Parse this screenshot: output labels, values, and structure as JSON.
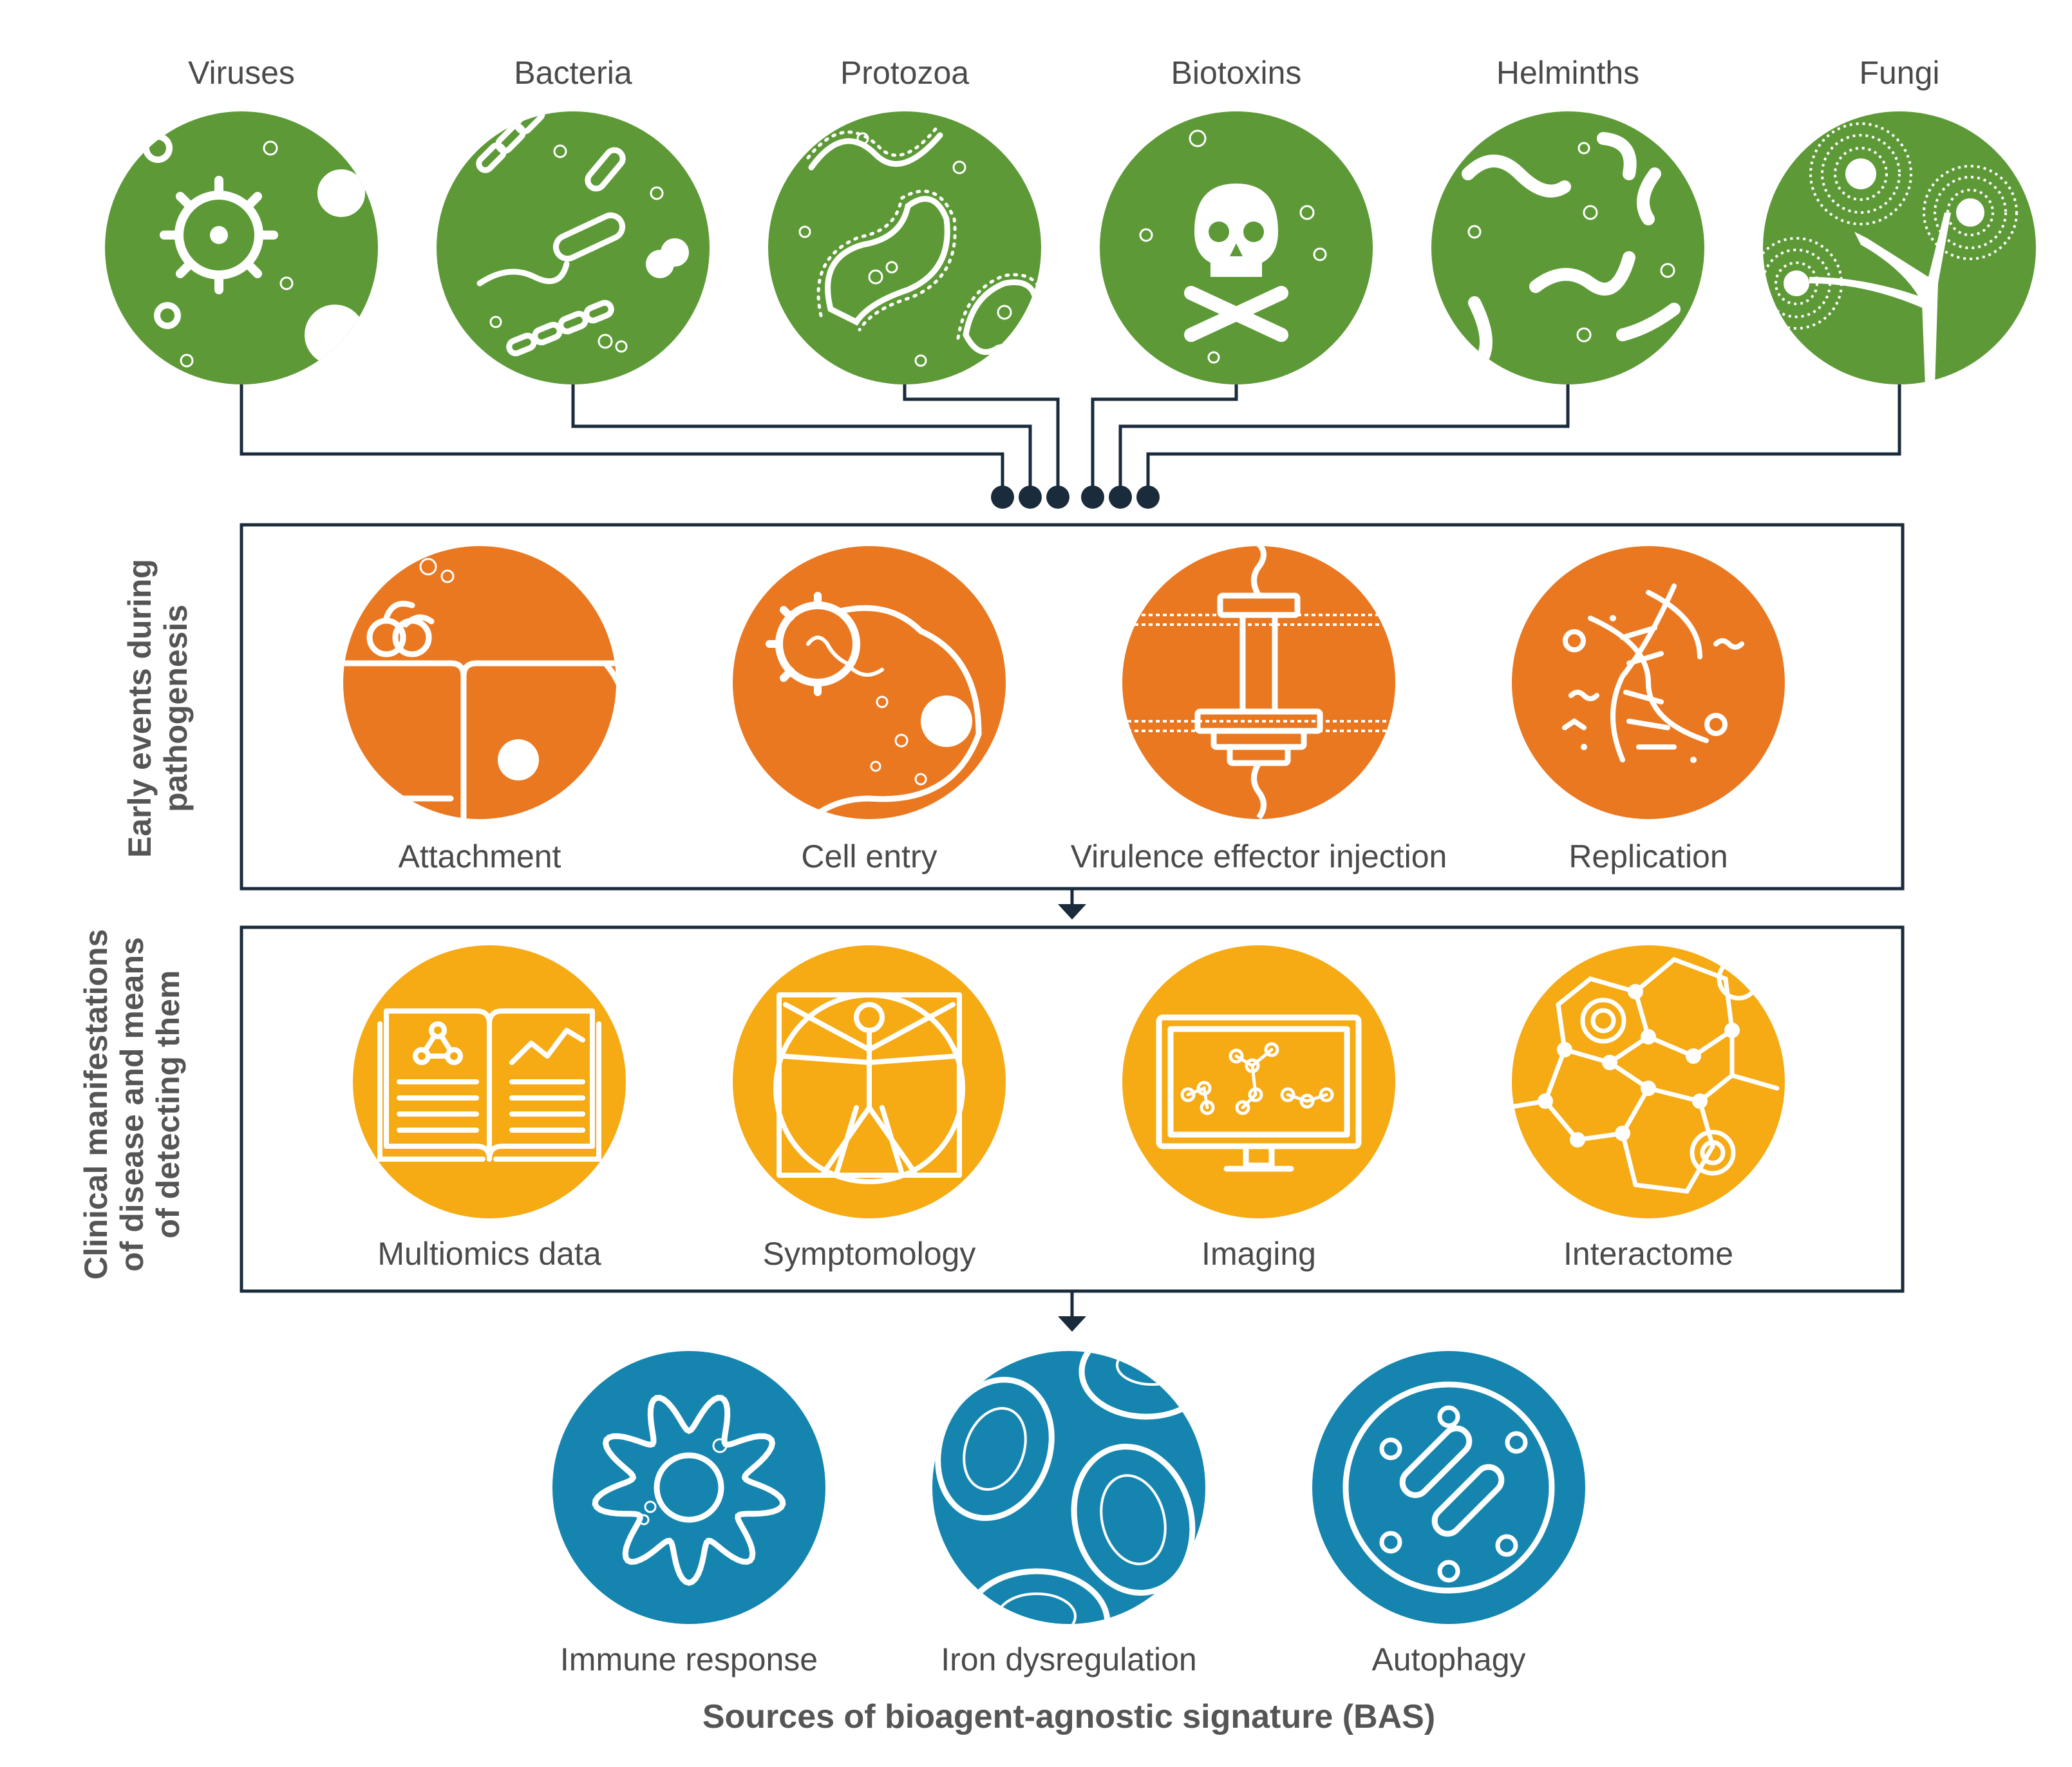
{
  "colors": {
    "pathogen": "#5d9a37",
    "events": "#ea7821",
    "clinical": "#f6aa14",
    "bas": "#1585af",
    "line": "#1a2b3c",
    "label": "#4a4a4a"
  },
  "pathogens": [
    {
      "label": "Viruses",
      "icon": "virus-icon"
    },
    {
      "label": "Bacteria",
      "icon": "bacteria-icon"
    },
    {
      "label": "Protozoa",
      "icon": "protozoa-icon"
    },
    {
      "label": "Biotoxins",
      "icon": "skull-crossbones-icon"
    },
    {
      "label": "Helminths",
      "icon": "worm-icon"
    },
    {
      "label": "Fungi",
      "icon": "fungi-icon"
    }
  ],
  "early_events": {
    "side_label": [
      "Early events during",
      "pathogenesis"
    ],
    "items": [
      {
        "label": "Attachment",
        "icon": "cell-attachment-icon"
      },
      {
        "label": "Cell entry",
        "icon": "cell-entry-icon"
      },
      {
        "label": "Virulence effector injection",
        "icon": "injection-system-icon"
      },
      {
        "label": "Replication",
        "icon": "dna-replication-icon"
      }
    ]
  },
  "clinical": {
    "side_label": [
      "Clinical manifestations",
      "of disease and means",
      "of detecting them"
    ],
    "items": [
      {
        "label": "Multiomics data",
        "icon": "book-data-icon"
      },
      {
        "label": "Symptomology",
        "icon": "vitruvian-man-icon"
      },
      {
        "label": "Imaging",
        "icon": "monitor-graph-icon"
      },
      {
        "label": "Interactome",
        "icon": "network-hexagon-icon"
      }
    ]
  },
  "bas_sources": {
    "items": [
      {
        "label": "Immune response",
        "icon": "immune-cell-icon"
      },
      {
        "label": "Iron dysregulation",
        "icon": "red-blood-cells-icon"
      },
      {
        "label": "Autophagy",
        "icon": "autophagosome-icon"
      }
    ],
    "caption": "Sources of bioagent-agnostic signature (BAS)"
  }
}
